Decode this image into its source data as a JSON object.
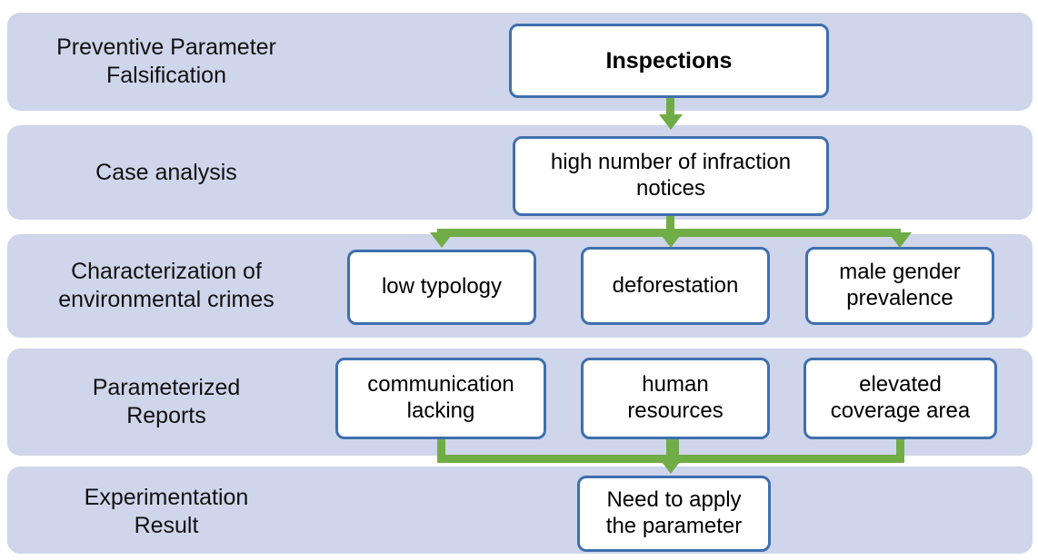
{
  "diagram": {
    "title": "Preventive Parameter Falsification process flow",
    "colors": {
      "band_fill": "#cfd5ea",
      "node_border": "#3f6fae",
      "node_fill": "#ffffff",
      "connector": "#70ad47",
      "text": "#000000",
      "background": "#ffffff"
    },
    "bands": [
      {
        "label": "Preventive Parameter\nFalsification",
        "name": "band-preventive-parameter-falsification"
      },
      {
        "label": "Case analysis",
        "name": "band-case-analysis"
      },
      {
        "label": "Characterization of\nenvironmental crimes",
        "name": "band-characterization-of-environmental-crimes"
      },
      {
        "label": "Parameterized\nReports",
        "name": "band-parameterized-reports"
      },
      {
        "label": "Experimentation\nResult",
        "name": "band-experimentation-result"
      }
    ],
    "nodes": {
      "inspections": "Inspections",
      "infraction_notices": "high number of infraction\nnotices",
      "low_typology": "low typology",
      "deforestation": "deforestation",
      "male_gender_prevalence": "male gender\nprevalence",
      "communication_lacking": "communication\nlacking",
      "human_resources": "human\nresources",
      "elevated_coverage_area": "elevated\ncoverage area",
      "need_to_apply": "Need to apply\nthe parameter"
    },
    "connectors": [
      {
        "name": "arrow-inspections-to-infraction-notices",
        "from": "inspections",
        "to": "infraction_notices",
        "style": "straight-down"
      },
      {
        "name": "arrow-infraction-notices-to-low-typology",
        "from": "infraction_notices",
        "to": "low_typology",
        "style": "split-down"
      },
      {
        "name": "arrow-infraction-notices-to-deforestation",
        "from": "infraction_notices",
        "to": "deforestation",
        "style": "split-down"
      },
      {
        "name": "arrow-infraction-notices-to-male-gender-prevalence",
        "from": "infraction_notices",
        "to": "male_gender_prevalence",
        "style": "split-down"
      },
      {
        "name": "arrow-communication-lacking-to-need-to-apply",
        "from": "communication_lacking",
        "to": "need_to_apply",
        "style": "merge-down"
      },
      {
        "name": "arrow-human-resources-to-need-to-apply",
        "from": "human_resources",
        "to": "need_to_apply",
        "style": "merge-down"
      },
      {
        "name": "arrow-elevated-coverage-area-to-need-to-apply",
        "from": "elevated_coverage_area",
        "to": "need_to_apply",
        "style": "merge-down"
      }
    ]
  }
}
